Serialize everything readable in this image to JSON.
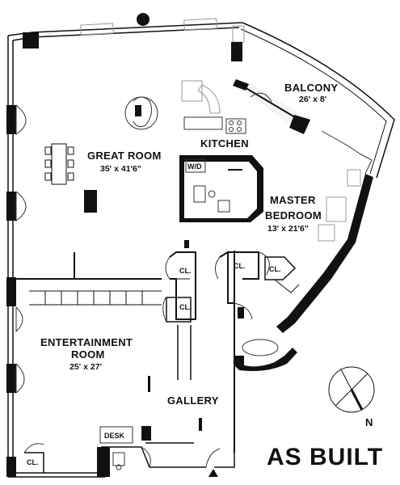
{
  "rooms": {
    "balcony": {
      "name": "BALCONY",
      "dims": "26' x 8'"
    },
    "great_room": {
      "name": "GREAT ROOM",
      "dims": "35' x 41'6\""
    },
    "kitchen": {
      "name": "KITCHEN"
    },
    "washer_dryer": {
      "name": "W/D"
    },
    "master_bedroom": {
      "name_line1": "MASTER",
      "name_line2": "BEDROOM",
      "dims": "13' x 21'6\""
    },
    "entertainment_room": {
      "name_line1": "ENTERTAINMENT",
      "name_line2": "ROOM",
      "dims": "25' x 27'"
    },
    "gallery": {
      "name": "GALLERY"
    },
    "desk": {
      "name": "DESK"
    }
  },
  "closets": {
    "label": "CL."
  },
  "compass": {
    "label": "N"
  },
  "stamp": {
    "text": "AS BUILT"
  },
  "colors": {
    "wall": "#111111",
    "background": "#ffffff",
    "fixture": "#999999"
  }
}
